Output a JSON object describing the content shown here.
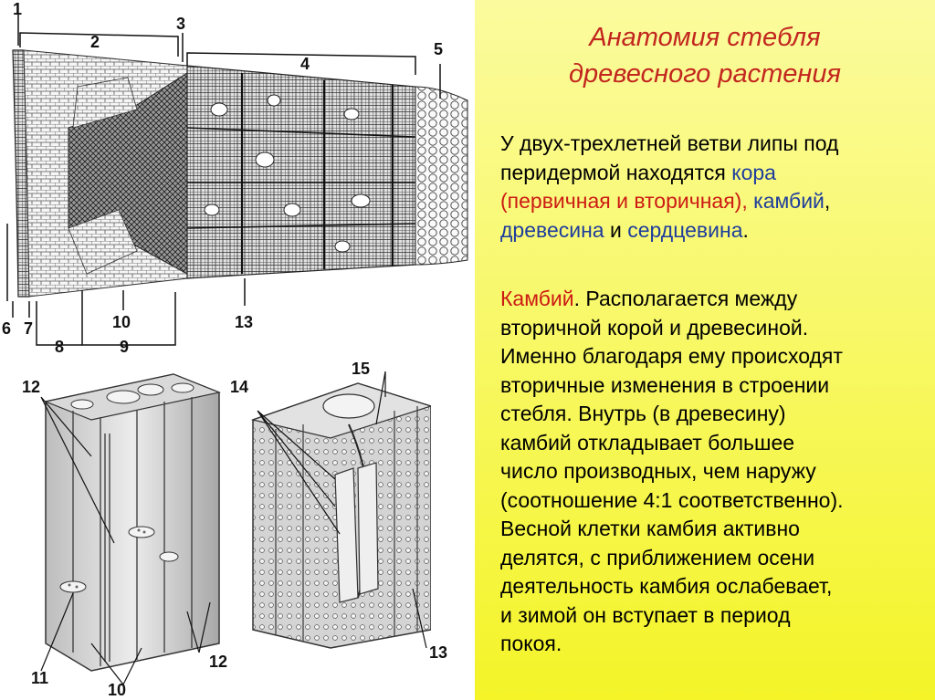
{
  "title": {
    "line1": "Анатомия стебля",
    "line2": "древесного растения"
  },
  "paragraph1": {
    "l1": "У двух-трехлетней ветви липы под",
    "l2_a": "перидермой находятся ",
    "l2_b": "кора",
    "l3_a": "(первичная и вторичная), ",
    "l3_b": "камбий",
    "l3_c": ",",
    "l4_a": "древесина",
    "l4_b": " и ",
    "l4_c": "сердцевина",
    "l4_d": "."
  },
  "paragraph2": {
    "term": "Камбий",
    "l1_rest": ". Располагается между",
    "lines": [
      "вторичной корой и древесиной.",
      "Именно благодаря ему происходят",
      "вторичные изменения в строении",
      "стебля. Внутрь (в древесину)",
      "камбий откладывает  большее",
      "число производных, чем наружу",
      "(соотношение 4:1 соответственно).",
      "Весной клетки камбия активно",
      "делятся, с приближением осени",
      "деятельность камбия ослабевает,",
      "и зимой он вступает в период",
      "покоя."
    ]
  },
  "labels": {
    "l1": "1",
    "l2": "2",
    "l3": "3",
    "l4": "4",
    "l5": "5",
    "l6": "6",
    "l7": "7",
    "l8": "8",
    "l9": "9",
    "l10": "10",
    "l13": "13",
    "b12a": "12",
    "b14": "14",
    "b15": "15",
    "b11": "11",
    "b10": "10",
    "b12b": "12",
    "b13": "13"
  },
  "colors": {
    "title": "#c2261f",
    "term_red": "#cc1a14",
    "term_blue": "#1e3d9c",
    "panel_yellow": "#f8f86a"
  }
}
